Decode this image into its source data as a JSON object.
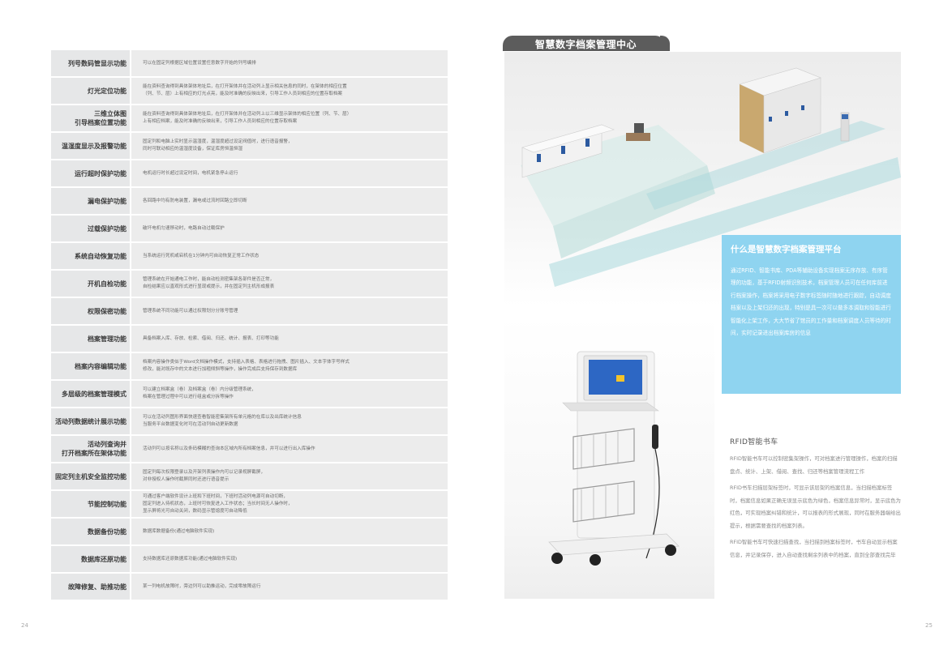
{
  "features": [
    {
      "name": "列号数码管显示功能",
      "desc": "可以在固定列根据区域位置设置任意数字开始的列号编排"
    },
    {
      "name": "灯光定位功能",
      "desc": "能在资料查询得到具体架体地址后，在打开架体并在活动列上显示相关信息的同时，在架体的相应位置\n（列、节、层）上有相应的灯光点亮，能及时准确的反映出来，引导工作人员到相应的位置存取档案"
    },
    {
      "name": "三维立体图\n引导档案位置功能",
      "desc": "能在资料查询得到具体架体地址后，在打开架体并在活动列上以三维显示架体的相应位置（列、节、层）\n上有相应档案，能及时准确的反映出来，引导工作人员到相应的位置存取档案"
    },
    {
      "name": "温湿度显示及报警功能",
      "desc": "固定列和电脑上实时显示温湿度，温湿度超过设定阀值时，进行语音报警，\n同时可联动相应的温湿度设备，保证库房恒温恒湿"
    },
    {
      "name": "运行超时保护功能",
      "desc": "电机运行时长超过设定时间，电机紧急停止运行"
    },
    {
      "name": "漏电保护功能",
      "desc": "各回路中均有防电装置，漏电或过流时回路立即切断"
    },
    {
      "name": "过载保护功能",
      "desc": "破坏电机匀速移动时，电路自动过载保护"
    },
    {
      "name": "系统自动恢复功能",
      "desc": "当系统运行死机或宕机在1分钟内可自动恢复正常工作状态"
    },
    {
      "name": "开机自检功能",
      "desc": "管理系统在开始通电工作时，能自动检测密集架各部件是否正常，\n自检结果应以直观形式进行显现或提示，并在固定列主机形成报表"
    },
    {
      "name": "权限保密功能",
      "desc": "管理系统不同功能可以通过权限划分分账号管理"
    },
    {
      "name": "档案管理功能",
      "desc": "具备档案入库、存放、检索、借阅、归还、统计、报表、打印等功能"
    },
    {
      "name": "档案内容编辑功能",
      "desc": "档案内容操作类似于Word文档操作模式，支持插入表格、表格进行拖拽、图片插入、文本字体字号样式\n修改，能对既存中的文本进行加粗倾斜等操作，操作完成后支持保存到数据库"
    },
    {
      "name": "多层级的档案管理模式",
      "desc": "可以建立档案盒（卷）及档案盒（卷）内分级管理系统，\n档案在管理过程中可以进行组盒或分拆等操作"
    },
    {
      "name": "活动列数据统计展示功能",
      "desc": "可以在活动列图形界面快速查看智能密集架所有单元格的在库以及出库统计信息\n当服务平台数据变化时可在活动列自动更新数据"
    },
    {
      "name": "活动列查询并\n打开档案所在架体功能",
      "desc": "活动列可以按名称以及条码模糊的查询本区域内所有档案信息，并可以进行出入库操作"
    },
    {
      "name": "固定列主机安全监控功能",
      "desc": "固定列每次权限登录以及开架列表操作内可以记录视屏截屏，\n对非授权人操作时截屏同时还进行语音提示"
    },
    {
      "name": "节能控制功能",
      "desc": "可通过客户端软件设计上班和下班时间，下班时活动列电源可自动切断，\n固定列进入待机状态，上班时可恢复进入工作状态；当长时间无人操作时，\n显示屏将光可自动关闭，数码显示管熄度可自动降低"
    },
    {
      "name": "数据备份功能",
      "desc": "数据库数据备份(通过电脑软件实现)"
    },
    {
      "name": "数据库还原功能",
      "desc": "支持数据库还原数据库功能(通过电脑软件实现)"
    },
    {
      "name": "故障修复、助推功能",
      "desc": "某一列电机故障时，旁边列可以助推运动，完成零故障运行"
    }
  ],
  "page_numbers": {
    "left": "24",
    "right": "25"
  },
  "header": {
    "title": "智慧数字档案管理中心"
  },
  "info_box": {
    "title": "什么是智慧数字档案管理平台",
    "body": "通过RFID、智能书库、PDA等辅助设备实现档案无序存放、有序管理的功能，基于RFID射频识别技术，档案管理人员可在任何库前进行档案操作，档案将采用电子数字标签随时随地进行跟踪，自动调度档案以及上架归还的出现，特别是具一次可以做多本调取和智能进行智能化上架工作，大大节省了馆员的工作量和档案调度人员等待的时间，实时记录进出档案库房的信息"
  },
  "rfid": {
    "title": "RFID智能书车",
    "paragraphs": [
      "RFID智能书车可以控制密集架操作，可对档案进行管理操作，档案的扫描盘点、统计、上架、借阅、查找、归还等档案管理流程工作",
      "RFID书车扫描层架标签时，可显示该层架的档案信息，当扫描档案标签时，档案信息如果正确无误显示底色为绿色，档案信息异常时，显示底色为红色，可实现档案纠错和统计，可以报表的形式展现，同时在服务器端给出提示，根据需要查找的档案列表。",
      "RFID智能书车可快速扫描查找，当扫描到档案标签时，书车自动显示档案信息，并记录保存，进入自动查找剩余列表中的档案，直到全部查找完毕"
    ]
  },
  "colors": {
    "info_box": "#8fd4f0",
    "header": "#5c5c5c",
    "row_bg": "#e6e7e8"
  }
}
